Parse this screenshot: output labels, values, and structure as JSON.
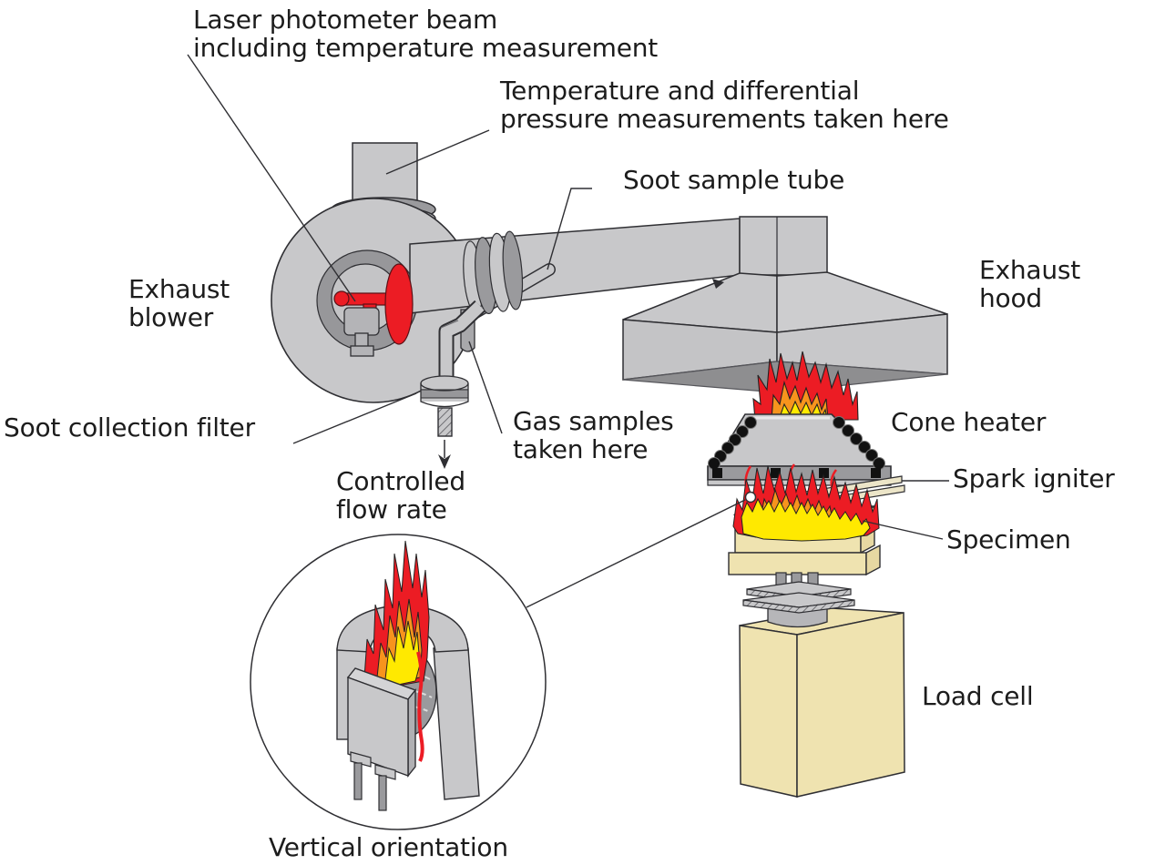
{
  "diagram": {
    "name": "Cone calorimeter apparatus schematic",
    "labels": {
      "laser_photometer": "Laser photometer beam\nincluding temperature measurement",
      "temp_pressure": "Temperature and differential\npressure measurements taken here",
      "soot_sample_tube": "Soot sample tube",
      "exhaust_blower": "Exhaust\nblower",
      "exhaust_hood": "Exhaust\nhood",
      "soot_collection_filter": "Soot collection filter",
      "gas_samples": "Gas samples\ntaken here",
      "cone_heater": "Cone heater",
      "controlled_flow_rate": "Controlled\nflow rate",
      "spark_igniter": "Spark igniter",
      "specimen": "Specimen",
      "load_cell": "Load cell",
      "vertical_orientation": "Vertical orientation"
    },
    "colors": {
      "machine_gray": "#c8c8ca",
      "machine_gray_dark": "#9a9a9d",
      "hood_underside": "#8e8e90",
      "laser_red": "#ec1c24",
      "flame_red": "#ec1c24",
      "flame_orange": "#f7941d",
      "flame_yellow": "#ffe900",
      "cream": "#efe3b0",
      "outline": "#2f2f33",
      "text": "#1c1c1c",
      "background": "#ffffff"
    }
  }
}
